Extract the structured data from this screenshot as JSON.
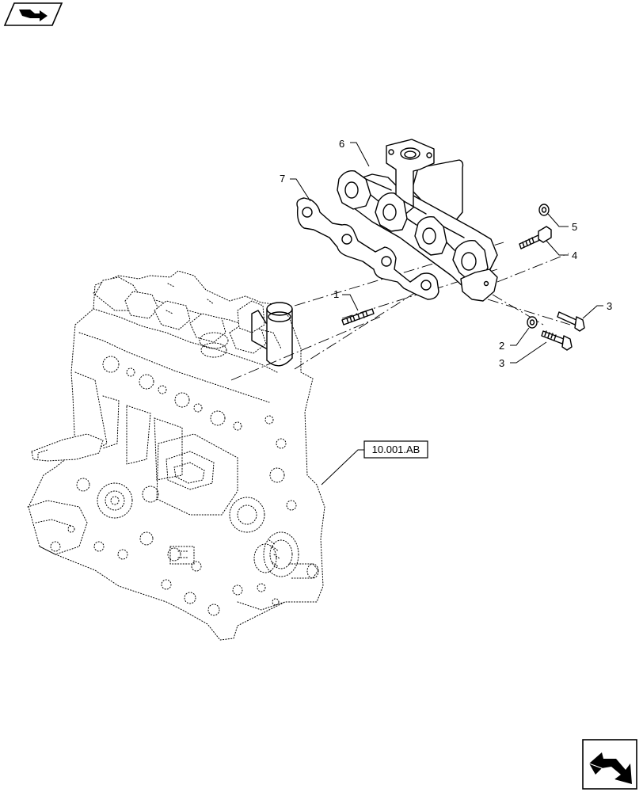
{
  "callouts": [
    {
      "label": "6"
    },
    {
      "label": "7"
    },
    {
      "label": "5"
    },
    {
      "label": "4"
    },
    {
      "label": "1"
    },
    {
      "label": "3"
    },
    {
      "label": "2"
    },
    {
      "label": "3"
    }
  ],
  "reference": {
    "label": "10.001.AB"
  },
  "icons": {
    "top_left": "previous-page-arrow-icon",
    "bottom_right": "next-page-arrow-icon"
  }
}
